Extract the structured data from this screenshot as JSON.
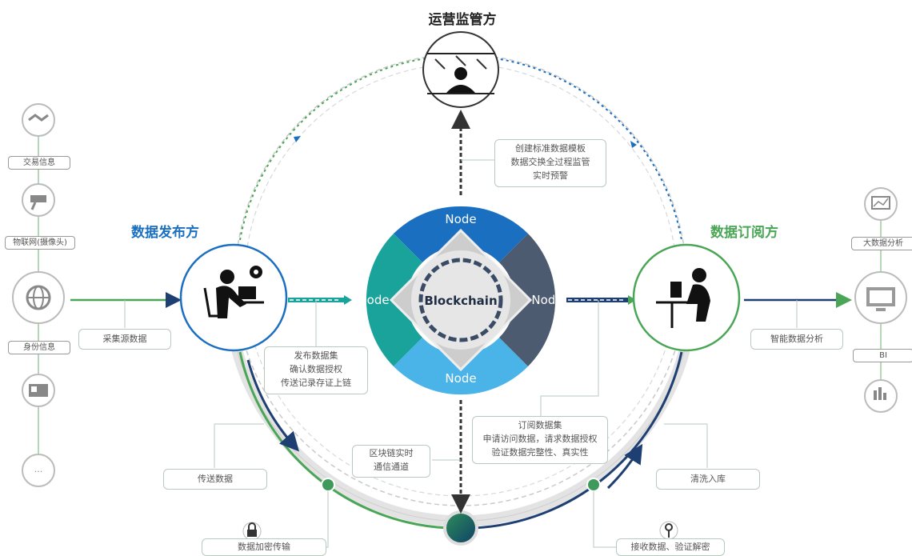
{
  "roles": {
    "supervisor": "运营监管方",
    "publisher": "数据发布方",
    "subscriber": "数据订阅方"
  },
  "center": {
    "title": "Blockchain",
    "nodes": [
      "Node",
      "Node",
      "Node",
      "Node"
    ]
  },
  "left_sources": [
    "交易信息",
    "物联网(摄像头)",
    "身份信息",
    "..."
  ],
  "right_outputs": [
    "大数据分析",
    "BI"
  ],
  "notes": {
    "supervisor": "创建标准数据模板\n数据交换全过程监管\n实时预警",
    "publisher": "发布数据集\n确认数据授权\n传送记录存证上链",
    "subscriber": "订阅数据集\n申请访问数据，请求数据授权\n验证数据完整性、真实性",
    "collect": "采集源数据",
    "analysis": "智能数据分析",
    "channel": "区块链实时\n通信通道",
    "transfer": "传送数据",
    "clean": "清洗入库",
    "encrypt": "数据加密传输",
    "decrypt": "接收数据、验证解密"
  },
  "colors": {
    "blue": "#1a6fc0",
    "teal": "#1aa39a",
    "slate": "#4c5b6f",
    "light_blue": "#4ab3e8",
    "green": "#4aa656",
    "navy": "#1e3f72"
  },
  "icons": [
    "handshake-icon",
    "camera-icon",
    "globe-icon",
    "id-card-icon",
    "more-icon",
    "gear-icon",
    "monitor-icon",
    "chart-icon",
    "lock-icon",
    "key-icon"
  ]
}
